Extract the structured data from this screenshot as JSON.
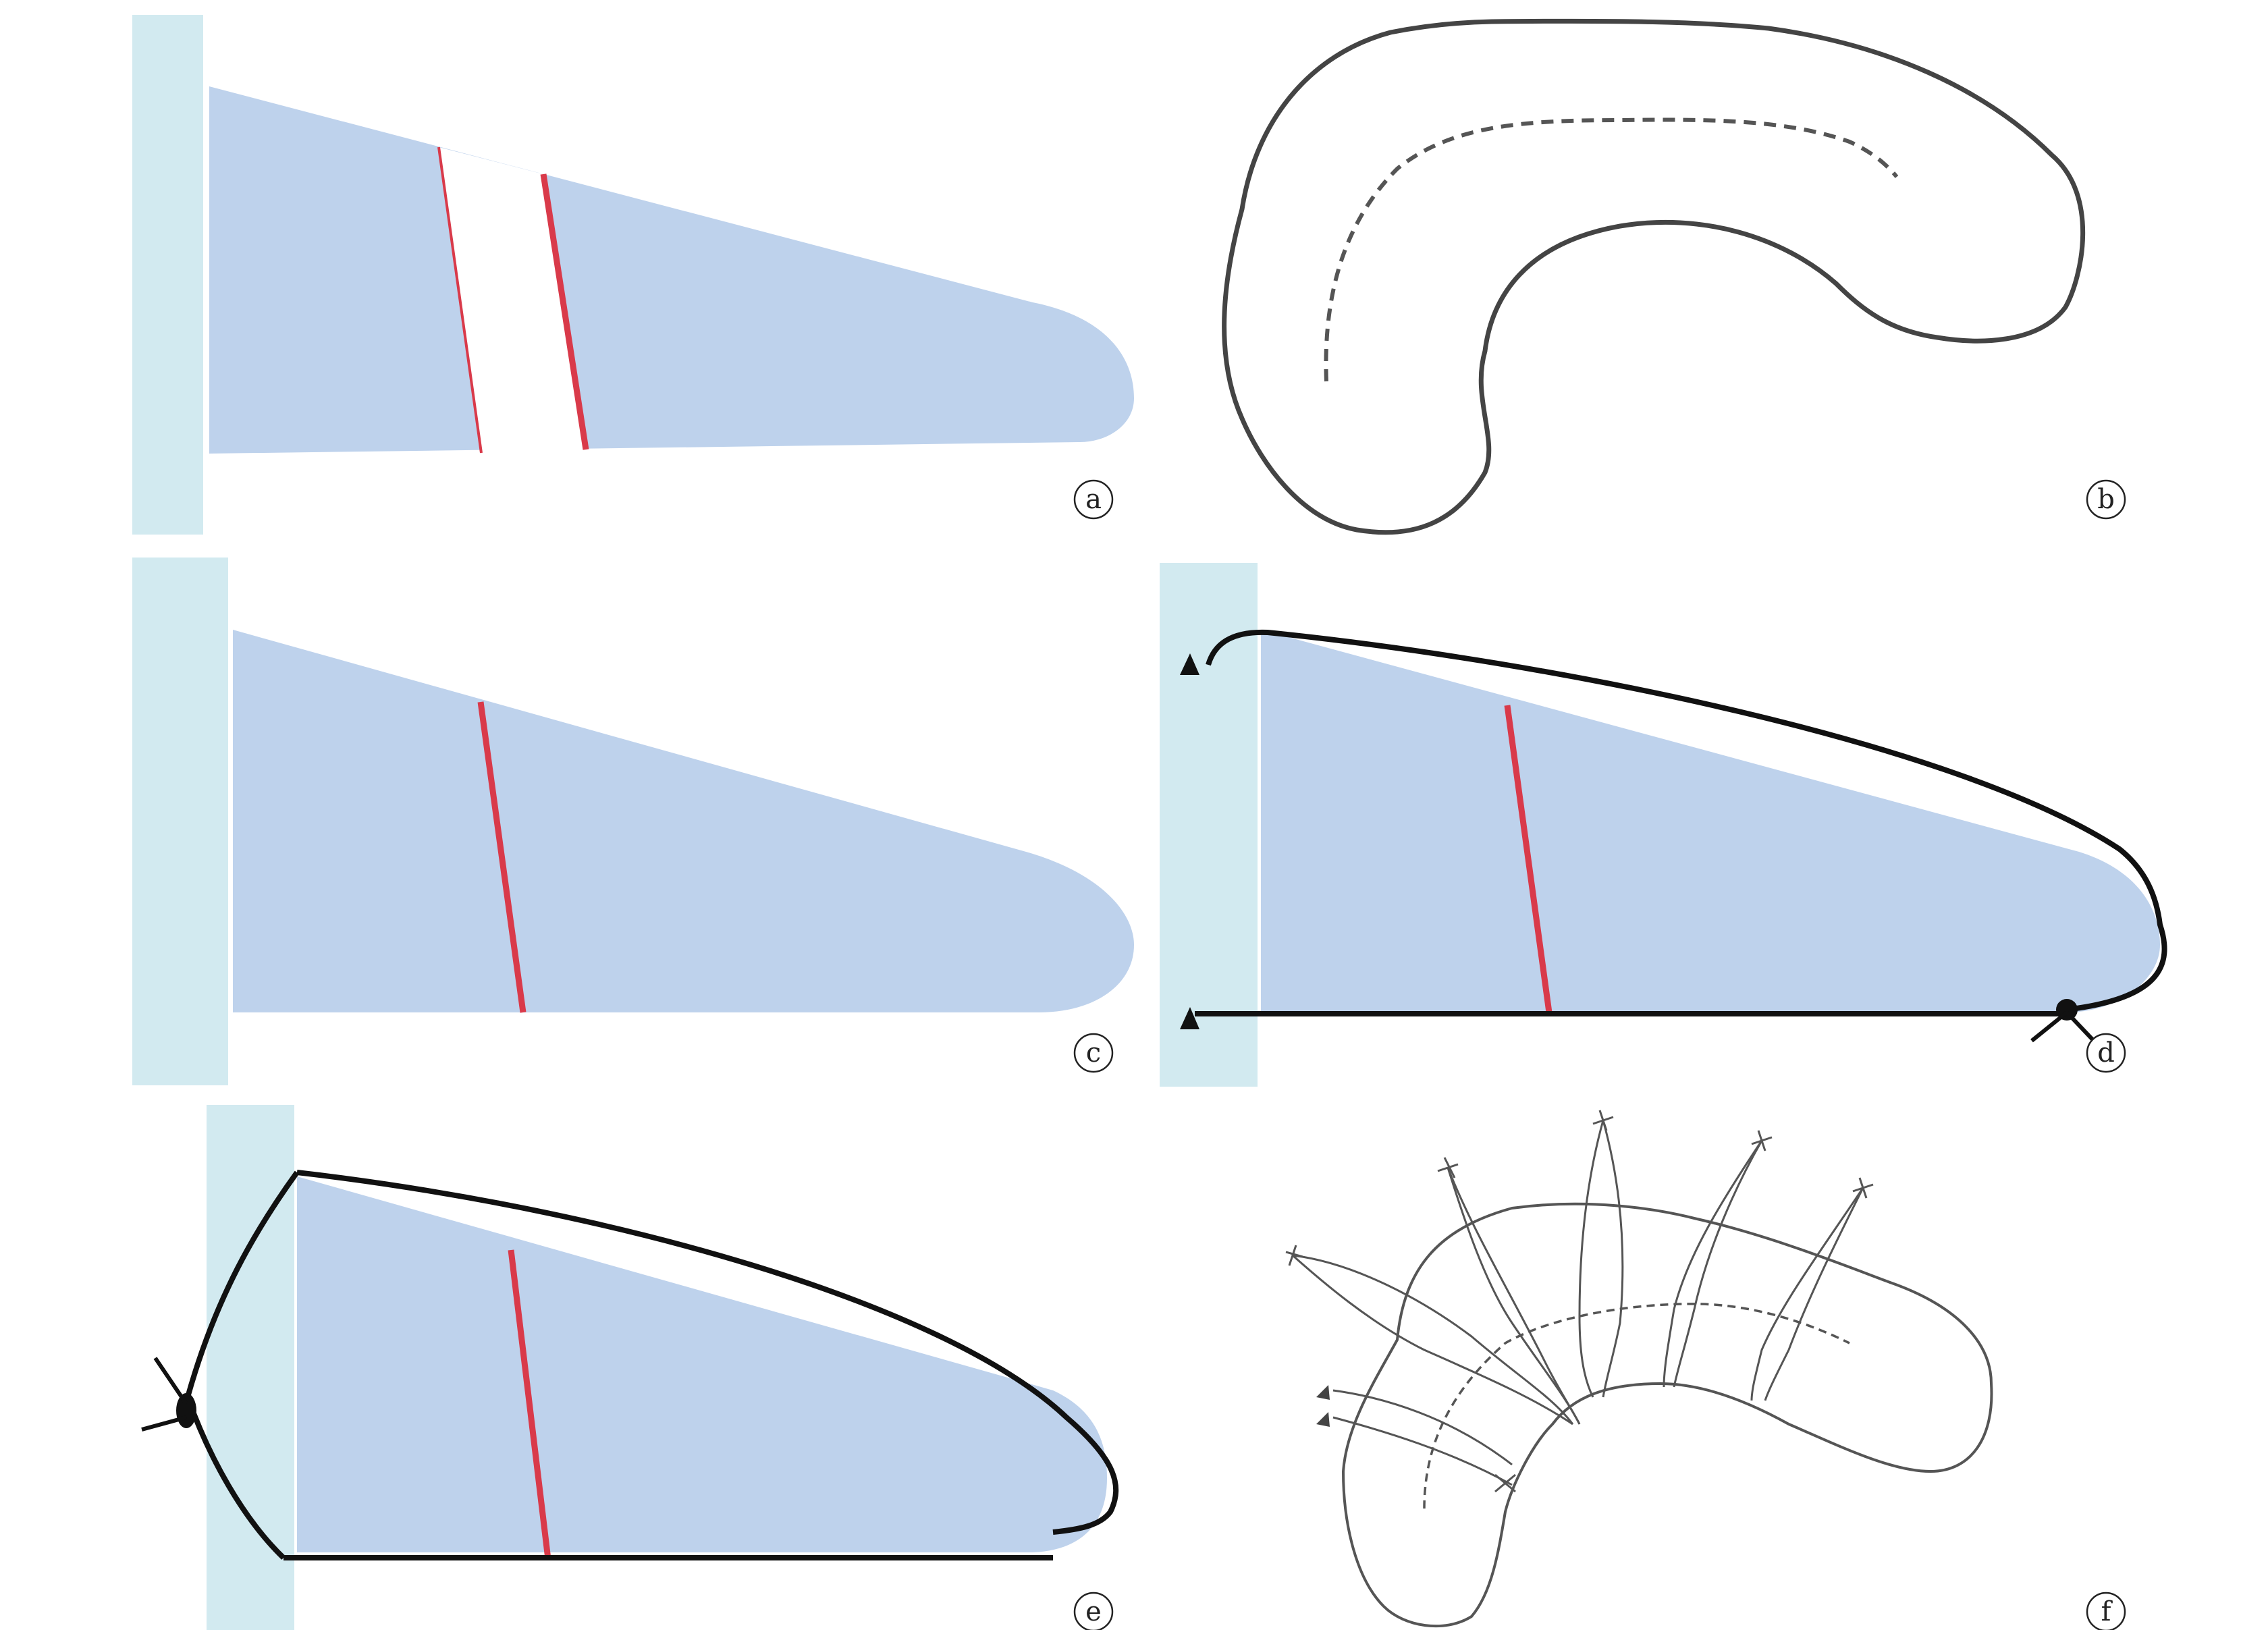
{
  "figure": {
    "panels": [
      {
        "id": "a",
        "label": "a"
      },
      {
        "id": "b",
        "label": "b"
      },
      {
        "id": "c",
        "label": "c"
      },
      {
        "id": "d",
        "label": "d"
      },
      {
        "id": "e",
        "label": "e"
      },
      {
        "id": "f",
        "label": "f"
      }
    ]
  },
  "colors": {
    "flap_fill": "#bed2ec",
    "base_fill": "#d2eaf0",
    "cut_line": "#d93a4a",
    "outline": "#444444",
    "suture_line": "#111111"
  }
}
